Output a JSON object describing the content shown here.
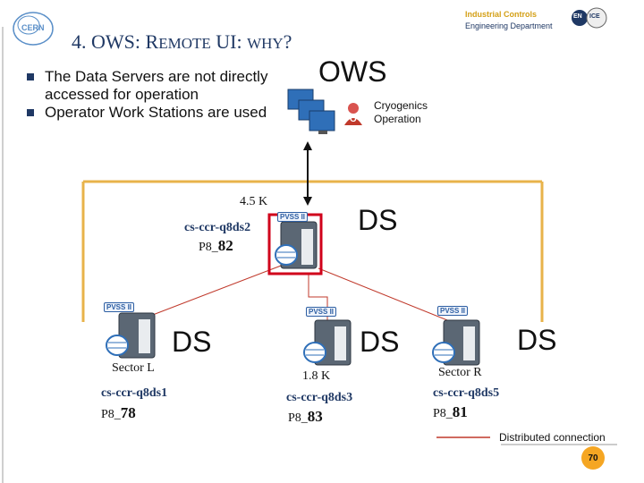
{
  "header": {
    "line1": "Industrial Controls",
    "line2": "Engineering Department"
  },
  "logos": {
    "cern": "CERN",
    "en": "EN",
    "ice": "ICE"
  },
  "title": {
    "prefix": "4. OWS: R",
    "small1": "EMOTE",
    "mid": " UI: ",
    "small2": "WHY",
    "suffix": "?"
  },
  "bullets": [
    "The Data Servers are not directly accessed for operation",
    "Operator Work Stations are used"
  ],
  "ows_label": "OWS",
  "cryo": {
    "line1": "Cryogenics",
    "line2": "Operation",
    "operator_letter": "O"
  },
  "central": {
    "temp": "4.5 K",
    "host": "cs-ccr-q8ds2",
    "port_prefix": "P8_",
    "port_num": "82",
    "ds": "DS"
  },
  "left": {
    "ds": "DS",
    "sector": "Sector L",
    "host": "cs-ccr-q8ds1",
    "port_prefix": "P8_",
    "port_num": "78"
  },
  "middle": {
    "ds": "DS",
    "temp": "1.8 K",
    "host": "cs-ccr-q8ds3",
    "port_prefix": "P8_",
    "port_num": "83"
  },
  "right": {
    "ds": "DS",
    "sector": "Sector R",
    "host": "cs-ccr-q8ds5",
    "port_prefix": "P8_",
    "port_num": "81"
  },
  "pvss_badge": "PVSS II",
  "legend": "Distributed connection",
  "page_number": "70",
  "colors": {
    "network": "#e8b34a",
    "distributed": "#c0392b",
    "title": "#1f3864"
  }
}
